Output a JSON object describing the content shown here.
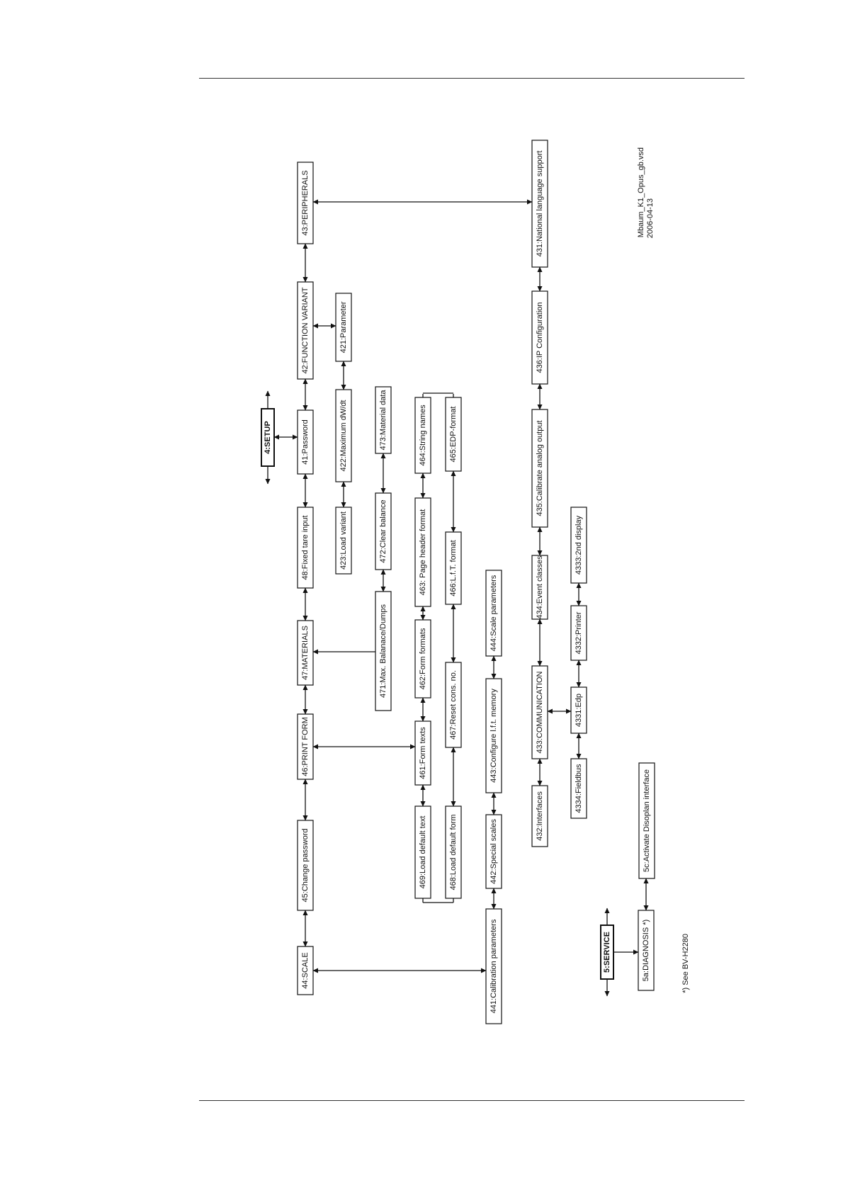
{
  "nodes": {
    "setup": "4:SETUP",
    "peripherals": "43:PERIPHERALS",
    "function_variant": "42:FUNCTION VARIANT",
    "password": "41:Password",
    "fixed_tare": "48:Fixed tare input",
    "materials": "47:MATERIALS",
    "print_form": "46:PRINT FORM",
    "change_password": "45:Change password",
    "scale": "44:SCALE",
    "parameter": "421:Parameter",
    "max_dwdt": "422:Maximum dW/dt",
    "load_variant": "423:Load variant",
    "material_data": "473:Material data",
    "clear_balance": "472:Clear balance",
    "max_balance": "471:Max. Balanace/Dumps",
    "string_names": "464:String names",
    "page_header": "463: Page header format",
    "form_formats": "462:Form formats",
    "form_texts": "461:Form texts",
    "load_default_text": "469:Load default text",
    "edp_format": "465:EDP-format",
    "lft_format": "466:L.f.T. format",
    "reset_cons": "467:Reset cons. no.",
    "load_default_form": "468:Load default form",
    "scale_parameters": "444:Scale parameters",
    "configure_lft": "443:Configure l.f.t. memory",
    "special_scales": "442:Special scales",
    "calibration_params": "441:Calibration parameters",
    "national_lang": "431:National language support",
    "ip_config": "436:IP Configuration",
    "calibrate_analog": "435:Calibrate analog output",
    "event_classes": "434:Event classes",
    "communication": "433:COMMUNICATION",
    "interfaces": "432:Interfaces",
    "second_display": "4333:2nd display",
    "printer": "4332:Printer",
    "edp": "4331:Edp",
    "fieldbus": "4334:Fieldbus",
    "activate_disoplan": "5c:Activate Disoplan interface",
    "service": "5:SERVICE",
    "diagnosis": "5a:DIAGNOSIS *)"
  },
  "notes": {
    "file_name": "Mbaum_K1_Opus_gb.vsd",
    "file_date": "2006-04-13",
    "footnote": "*) See BV-H2280"
  }
}
